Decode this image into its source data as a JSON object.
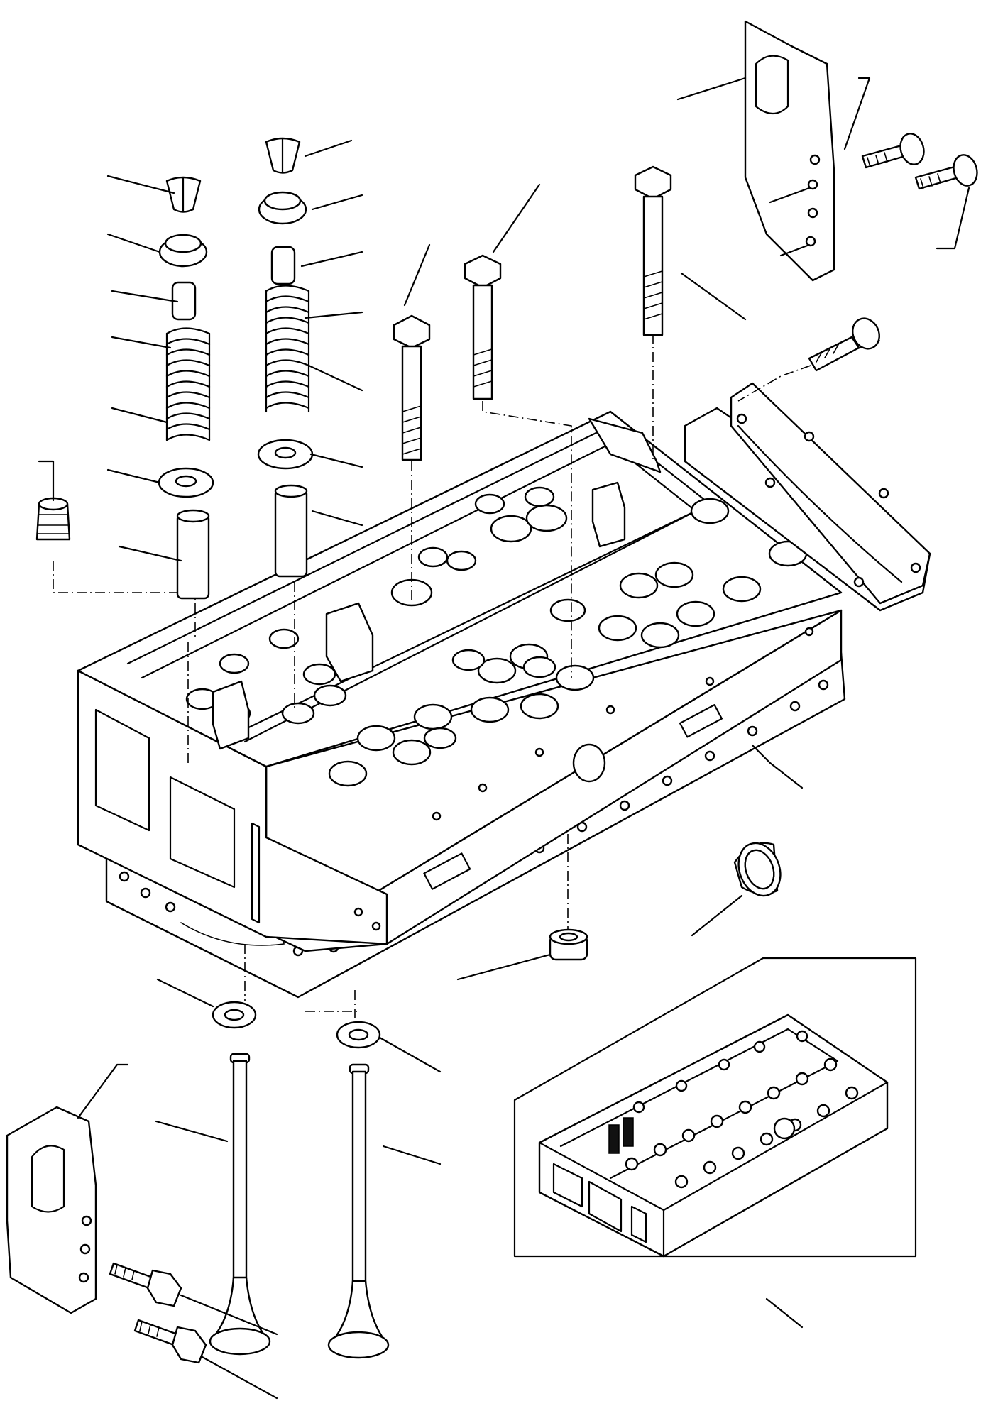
{
  "diagram": {
    "parts": [
      "cylinder-head",
      "head-gasket",
      "rear-cover-plate",
      "cover-plate-gasket",
      "lifting-bracket-front",
      "lifting-bracket-rear",
      "head-bolt",
      "valve-collet",
      "spring-retainer",
      "valve-spring-inner",
      "valve-spring-outer",
      "spring-seat-washer",
      "valve-guide",
      "valve-seat-insert",
      "intake-valve",
      "exhaust-valve",
      "expansion-plug",
      "injector-sleeve",
      "threaded-plug",
      "flange-bolt",
      "inset-assembly-view"
    ]
  }
}
